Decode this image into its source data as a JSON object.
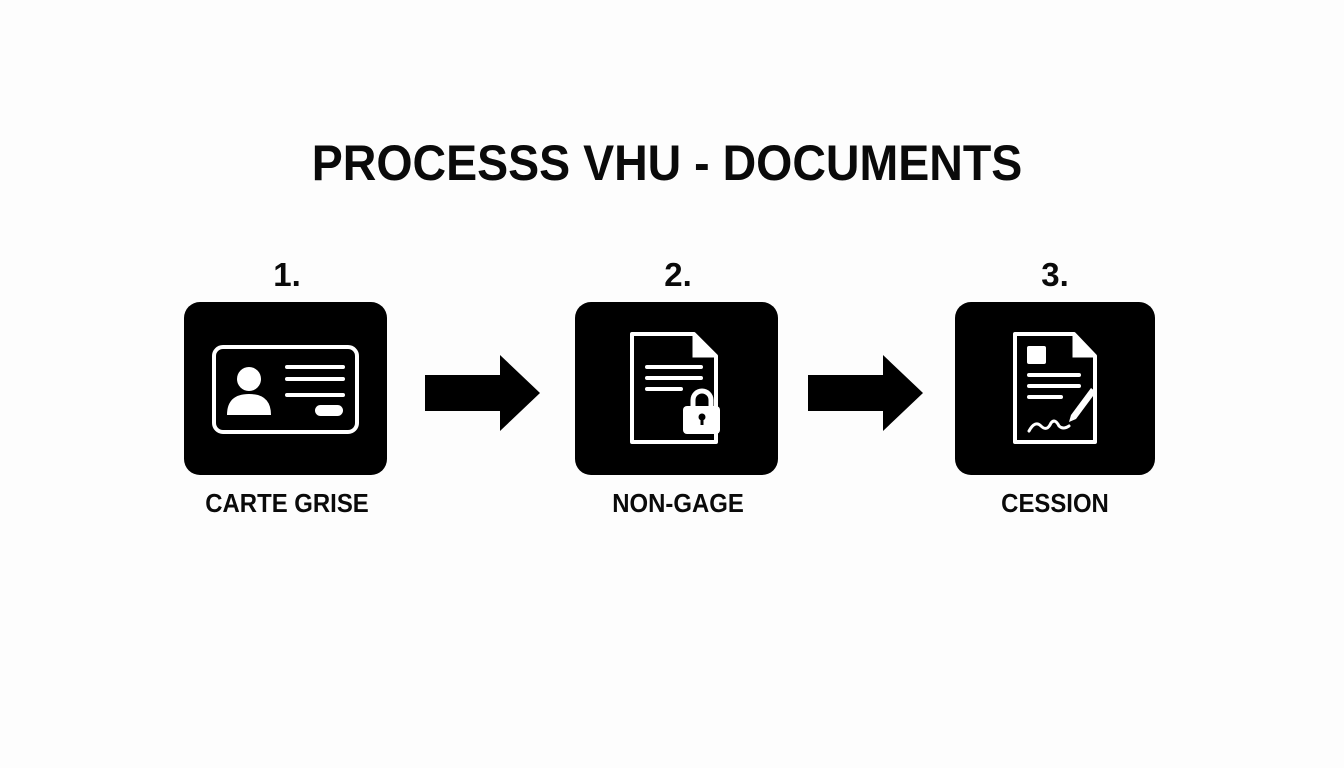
{
  "title": "PROCESSS VHU - DOCUMENTS",
  "steps": [
    {
      "number": "1.",
      "label": "CARTE GRISE",
      "icon": "id-card-icon"
    },
    {
      "number": "2.",
      "label": "NON-GAGE",
      "icon": "locked-document-icon"
    },
    {
      "number": "3.",
      "label": "CESSION",
      "icon": "signed-document-icon"
    }
  ],
  "connectors": [
    "arrow-right-icon",
    "arrow-right-icon"
  ],
  "colors": {
    "background": "#fdfdfd",
    "box": "#000000",
    "icon": "#ffffff",
    "text": "#0a0a0a"
  }
}
